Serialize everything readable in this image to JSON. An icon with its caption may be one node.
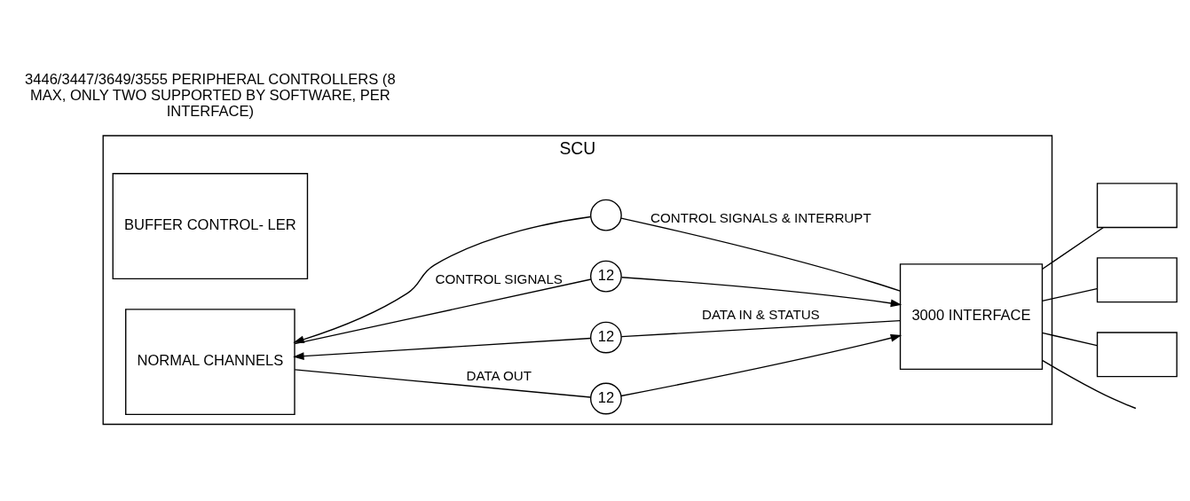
{
  "diagram": {
    "nodes": [
      {
        "text": [
          "SCU"
        ]
      },
      {
        "text": [
          "BUFFER CONTROL- LER"
        ],
        "in": 0
      },
      {
        "text": [
          "NORMAL CHANNELS"
        ],
        "in": 0
      },
      {
        "text": [
          "12"
        ],
        "in": 0
      },
      {
        "text": [
          "12"
        ],
        "in": 0
      },
      {
        "text": [
          "12"
        ],
        "in": 0
      },
      {
        "text": [],
        "shape": "circle",
        "in": 0
      },
      {
        "text": [
          "3000 INTERFACE"
        ],
        "in": 0
      },
      {
        "text": [],
        "shape": "box"
      },
      {
        "text": [],
        "shape": "box"
      },
      {
        "text": [],
        "shape": "box"
      }
    ],
    "edges": [
      {
        "from": 2,
        "to": 3,
        "arrow": "none",
        "label": "DATA OUT"
      },
      {
        "from": 3,
        "to": 7,
        "arrow": "to"
      },
      {
        "from": 7,
        "to": 4,
        "arrow": "none",
        "label": "DATA IN & STATUS"
      },
      {
        "from": 4,
        "to": 2,
        "arrow": "to"
      },
      {
        "from": 2,
        "to": 5,
        "arrow": "none",
        "label": "CONTROL SIGNALS"
      },
      {
        "from": 5,
        "to": 7,
        "arrow": "to"
      },
      {
        "from": 7,
        "to": 6,
        "arrow": "none",
        "label": "CONTROL SIGNALS & INTERRUPT"
      },
      {
        "from": 6,
        "to": 2,
        "arrow": "to"
      },
      {
        "from": 7,
        "to": 8,
        "arrow": "none"
      },
      {
        "from": 7,
        "to": 9,
        "arrow": "none"
      },
      {
        "from": 7,
        "to": 10,
        "arrow": "none"
      },
      {
        "from": 7,
        "to": null,
        "arrow": "none"
      }
    ],
    "labels": [
      "3446/3447/3649/3555 PERIPHERAL CONTROLLERS (8 MAX, ONLY TWO SUPPORTED BY SOFTWARE, PER INTERFACE)"
    ]
  }
}
